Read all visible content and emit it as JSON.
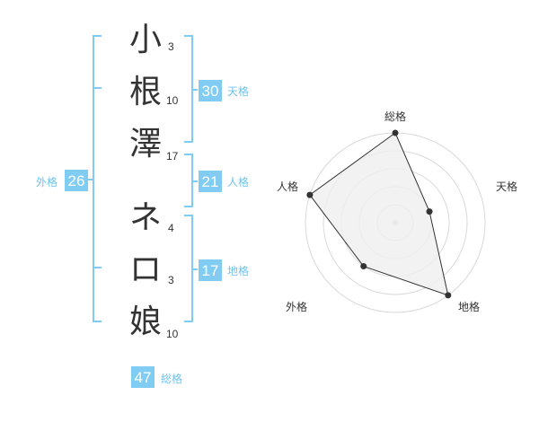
{
  "name": {
    "chars": [
      {
        "char": "小",
        "strokes": "3"
      },
      {
        "char": "根",
        "strokes": "10"
      },
      {
        "char": "澤",
        "strokes": "17"
      },
      {
        "char": "ネ",
        "strokes": "4"
      },
      {
        "char": "ロ",
        "strokes": "3"
      },
      {
        "char": "娘",
        "strokes": "10"
      }
    ]
  },
  "kakusu": {
    "tenkaku": {
      "value": "30",
      "label": "天格"
    },
    "jinkaku": {
      "value": "21",
      "label": "人格"
    },
    "chikaku": {
      "value": "17",
      "label": "地格"
    },
    "gaikaku": {
      "value": "26",
      "label": "外格"
    },
    "soukaku": {
      "value": "47",
      "label": "総格"
    }
  },
  "colors": {
    "accent": "#81ccf3",
    "label": "#6ec3ee",
    "bracket": "#81ccf3",
    "text": "#333333",
    "radar_fill": "#efefef",
    "radar_grid": "#d9d9d9"
  },
  "chart_data": {
    "type": "radar",
    "axes": [
      "総格",
      "天格",
      "地格",
      "外格",
      "人格"
    ],
    "values": [
      5,
      2,
      5,
      3,
      5
    ],
    "rmax": 5
  }
}
